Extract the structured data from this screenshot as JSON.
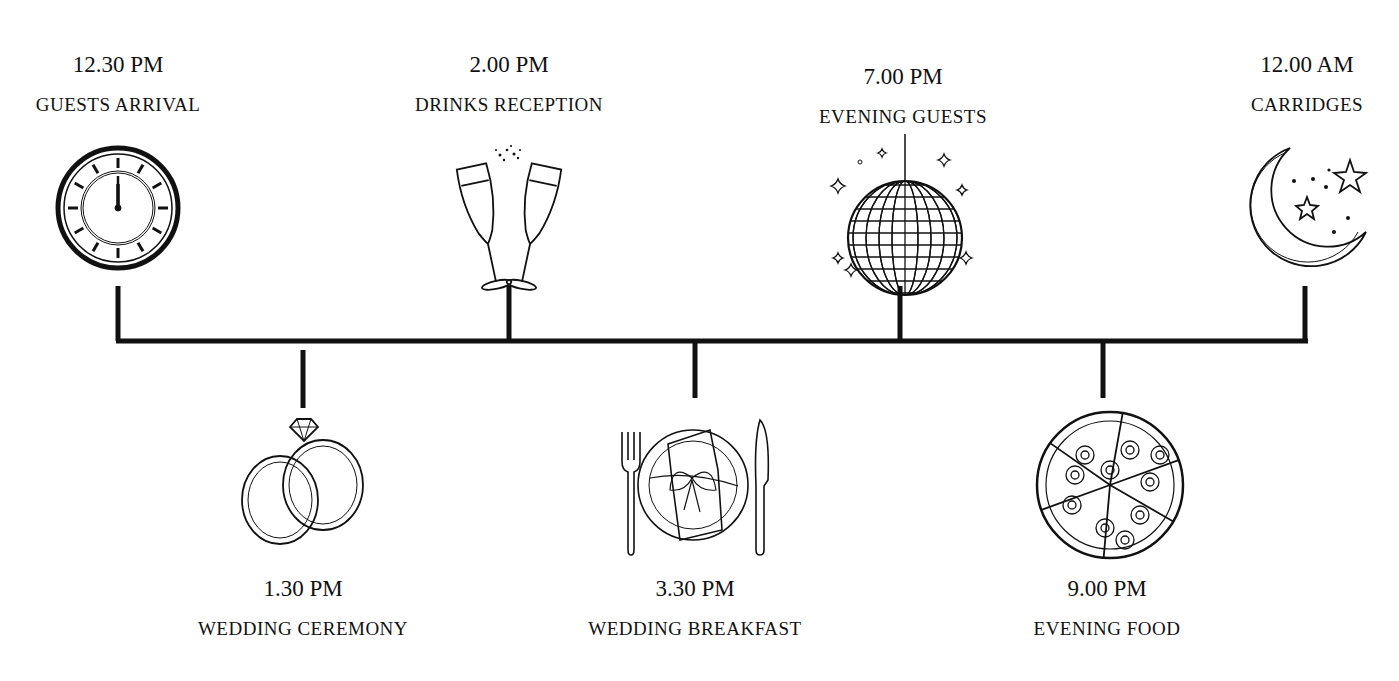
{
  "diagram": {
    "labels": [
      "12.30 PM",
      "GUESTS ARRIVAL",
      "2.00 PM",
      "DRINKS RECEPTION",
      "7.00 PM",
      "EVENING GUESTS",
      "12.00 AM",
      "CARRIDGES",
      "1.30 PM",
      "WEDDING CEREMONY",
      "3.30 PM",
      "WEDDING BREAKFAST",
      "9.00 PM",
      "EVENING FOOD"
    ]
  }
}
